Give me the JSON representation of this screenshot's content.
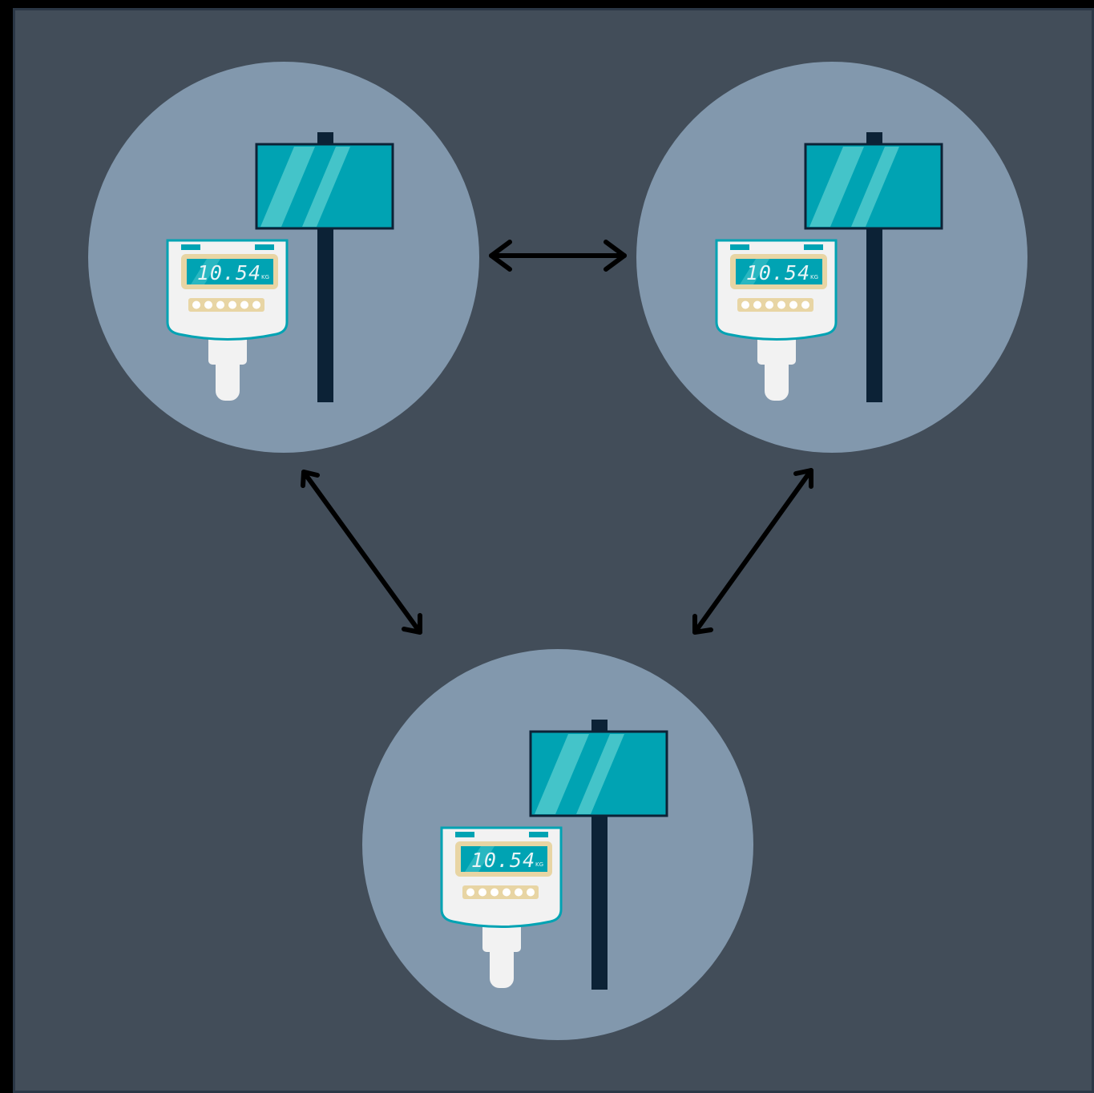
{
  "colors": {
    "background": "#424d59",
    "node_circle": "#8298ad",
    "sign_panel": "#00a3b3",
    "sign_glare": "#44c4c9",
    "pole": "#0c2236",
    "device_body": "#f2f2f2",
    "device_trim": "#00a3b3",
    "keypad": "#e8d5a4",
    "arrow": "#000000"
  },
  "nodes": [
    {
      "id": "node-top-left",
      "icons": [
        "signboard-icon",
        "digital-scale-device-icon"
      ],
      "readout": "10.54",
      "unit": "KG"
    },
    {
      "id": "node-top-right",
      "icons": [
        "signboard-icon",
        "digital-scale-device-icon"
      ],
      "readout": "10.54",
      "unit": "KG"
    },
    {
      "id": "node-bottom",
      "icons": [
        "signboard-icon",
        "digital-scale-device-icon"
      ],
      "readout": "10.54",
      "unit": "KG"
    }
  ],
  "connections": [
    {
      "from": "node-top-left",
      "to": "node-top-right",
      "type": "bidirectional"
    },
    {
      "from": "node-top-left",
      "to": "node-bottom",
      "type": "bidirectional"
    },
    {
      "from": "node-top-right",
      "to": "node-bottom",
      "type": "bidirectional"
    }
  ]
}
